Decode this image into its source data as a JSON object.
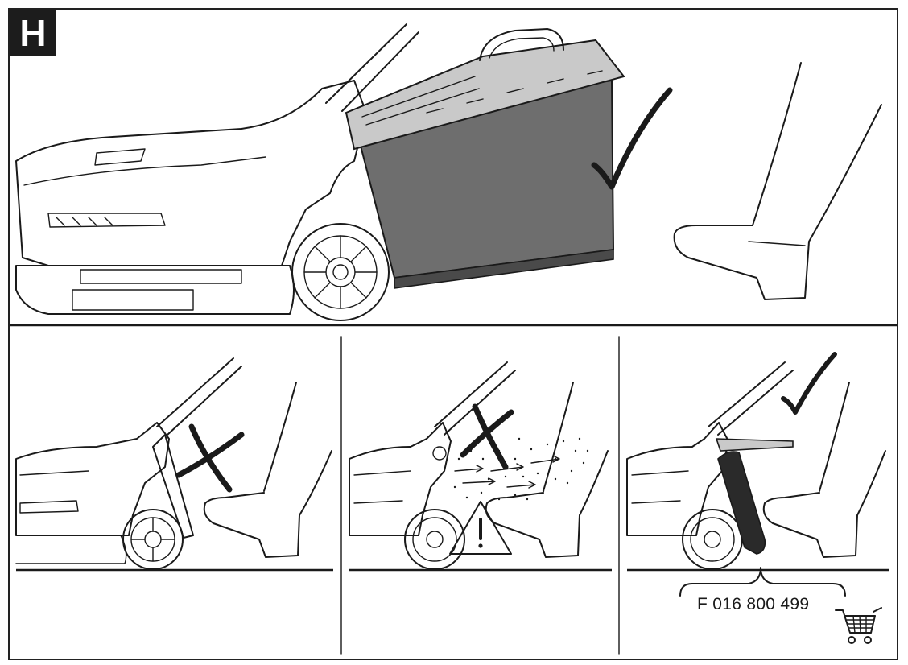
{
  "figure": {
    "label": "H",
    "part_number": "F 016 800 499",
    "panels": [
      {
        "name": "panel-main",
        "status": "correct",
        "symbol": "check-icon"
      },
      {
        "name": "panel-grass-box-flap-without-box",
        "status": "incorrect",
        "symbol": "cross-icon"
      },
      {
        "name": "panel-open-chute-debris",
        "status": "incorrect",
        "symbol": "cross-icon",
        "warning": "warning-triangle-icon"
      },
      {
        "name": "panel-mulch-plug",
        "status": "correct",
        "symbol": "check-icon",
        "accessory": "shopping-cart-icon"
      }
    ],
    "colors": {
      "line": "#1a1a1a",
      "box_fill": "#6e6e6e",
      "cover_fill": "#c9c9c9",
      "badge": "#1c1c1c"
    }
  }
}
